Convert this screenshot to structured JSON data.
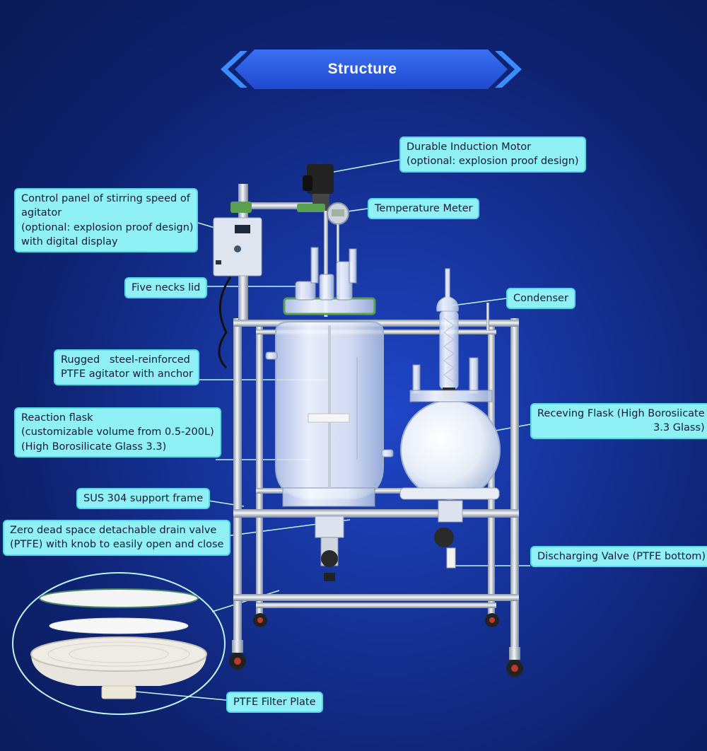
{
  "header": {
    "title": "Structure"
  },
  "callouts": {
    "motor": {
      "lines": [
        "Durable Induction Motor",
        "(optional: explosion proof design)"
      ]
    },
    "control_panel": {
      "lines": [
        "Control panel of stirring speed of",
        "agitator",
        "(optional: explosion proof design)",
        "with digital display"
      ]
    },
    "temperature": {
      "lines": [
        "Temperature Meter"
      ]
    },
    "lid": {
      "lines": [
        "Five necks lid"
      ]
    },
    "condenser": {
      "lines": [
        "Condenser"
      ]
    },
    "agitator": {
      "lines": [
        "Rugged   steel-reinforced",
        "PTFE agitator with anchor"
      ]
    },
    "reaction_flask": {
      "lines": [
        "Reaction flask",
        "(customizable volume from 0.5-200L)",
        "(High Borosilicate Glass 3.3)"
      ]
    },
    "receiving_flask": {
      "lines": [
        "Receving Flask (High Borosiicate",
        "3.3 Glass)"
      ]
    },
    "frame": {
      "lines": [
        "SUS 304 support frame"
      ]
    },
    "drain_valve": {
      "lines": [
        "Zero dead space detachable drain valve",
        "(PTFE) with knob to easily open and close"
      ]
    },
    "discharge_valve": {
      "lines": [
        "Discharging Valve (PTFE bottom)"
      ]
    },
    "filter_plate": {
      "lines": [
        "PTFE Filter Plate"
      ]
    }
  },
  "colors": {
    "callout_bg": "#8ff0f5",
    "callout_border": "#56d8e8",
    "banner": "#2a5de8",
    "background": "#163399"
  }
}
